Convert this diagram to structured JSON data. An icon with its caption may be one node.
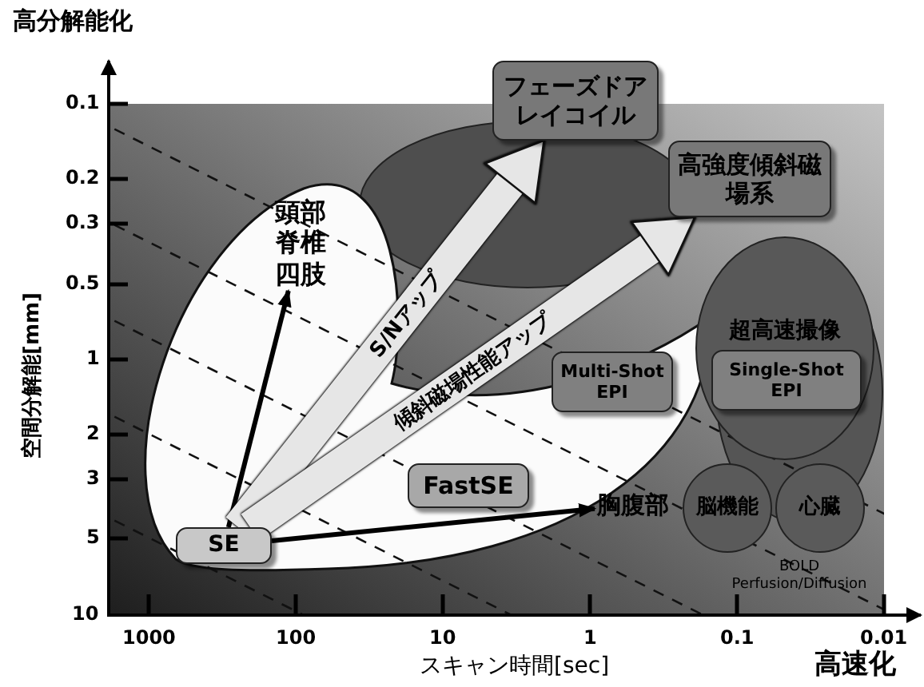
{
  "diagram": {
    "nodes": [
      {
        "text": [
          "フェーズドアレイコイル"
        ]
      },
      {
        "text": [
          "高強度傾斜磁場系"
        ]
      },
      {
        "text": [
          "頭部脊椎四肢"
        ]
      },
      {
        "text": [
          "超高速撮像"
        ]
      },
      {
        "text": [
          "Multi-Shot EPI"
        ]
      },
      {
        "text": [
          "Single-Shot EPI"
        ],
        "in": 3
      },
      {
        "text": [
          "FastSE"
        ]
      },
      {
        "text": [
          "胸腹部"
        ]
      },
      {
        "text": [
          "脳機能"
        ]
      },
      {
        "text": [
          "心臓"
        ]
      },
      {
        "text": [
          "SE"
        ]
      }
    ],
    "edges": [
      {
        "from": 10,
        "to": 2,
        "arrow": "to"
      },
      {
        "from": 10,
        "to": 0,
        "arrow": "to",
        "label": "S/Nアップ",
        "style": "thick",
        "color": "#e6e6e6"
      },
      {
        "from": 10,
        "to": 1,
        "arrow": "to",
        "label": "傾斜磁場性能アップ",
        "style": "thick",
        "color": "#e6e6e6"
      },
      {
        "from": 10,
        "to": 7,
        "arrow": "to"
      }
    ],
    "labels": [
      "高分解能化",
      "0.1",
      "0.2",
      "0.3",
      "0.5",
      "空間分解能[mm]",
      "1",
      "2",
      "3",
      "5",
      "10",
      "BOLD Perfusion/Diffusion",
      "1000",
      "100",
      "10",
      "1",
      "0.1",
      "0.01",
      "スキャン時間[sec]",
      "高速化"
    ]
  }
}
